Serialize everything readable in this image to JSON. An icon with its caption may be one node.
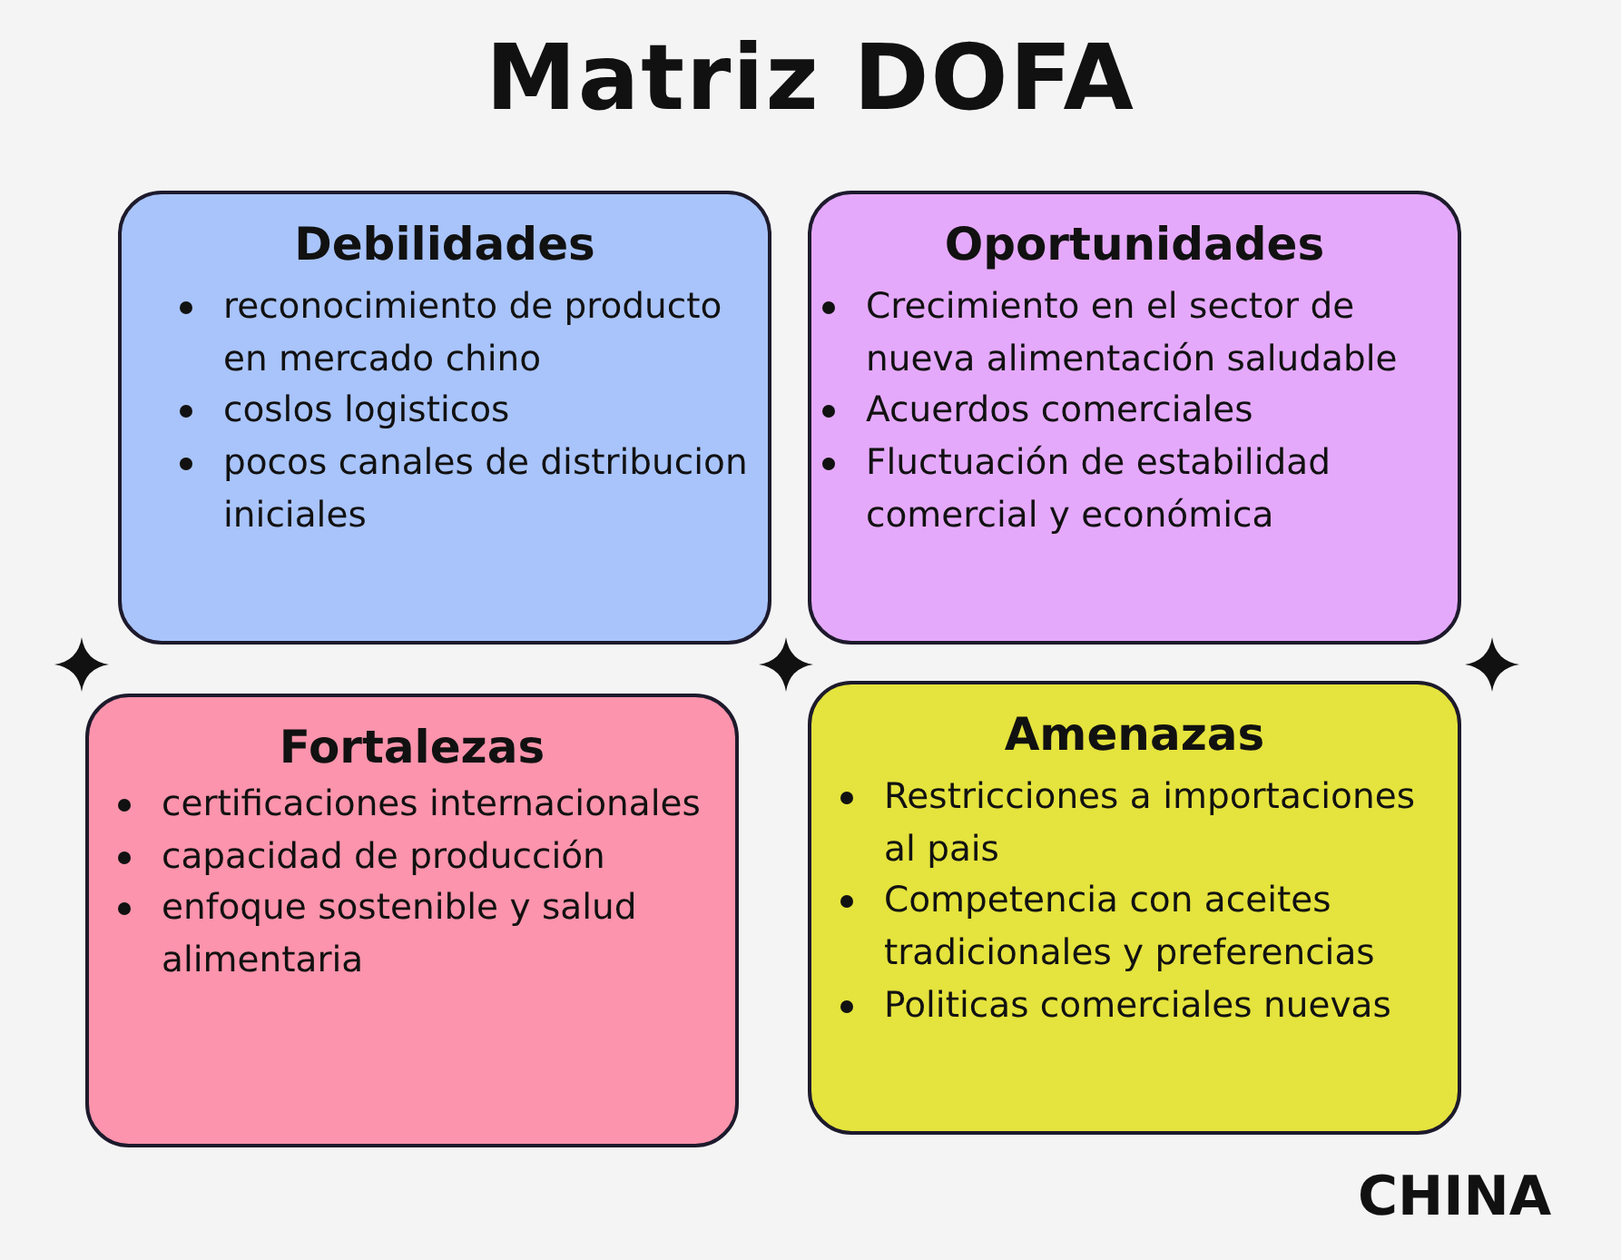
{
  "diagram": {
    "title": "Matriz DOFA",
    "nodes": [
      {
        "text": [
          "Debilidades",
          "reconocimiento de producto en mercado chino",
          "coslos logisticos",
          "pocos canales de distribucion iniciales"
        ]
      },
      {
        "text": [
          "Oportunidades",
          "Crecimiento en el sector de nueva alimentación saludable",
          "Acuerdos comerciales",
          "Fluctuación de estabilidad comercial y económica"
        ]
      },
      {
        "text": [
          "Fortalezas",
          "certificaciones internacionales",
          "capacidad de producción",
          "enfoque sostenible y salud alimentaria"
        ]
      },
      {
        "text": [
          "Amenazas",
          "Restricciones a importaciones al pais",
          "Competencia con aceites tradicionales y preferencias",
          "Politicas comerciales nuevas"
        ]
      }
    ],
    "labels": [
      "CHINA"
    ]
  }
}
